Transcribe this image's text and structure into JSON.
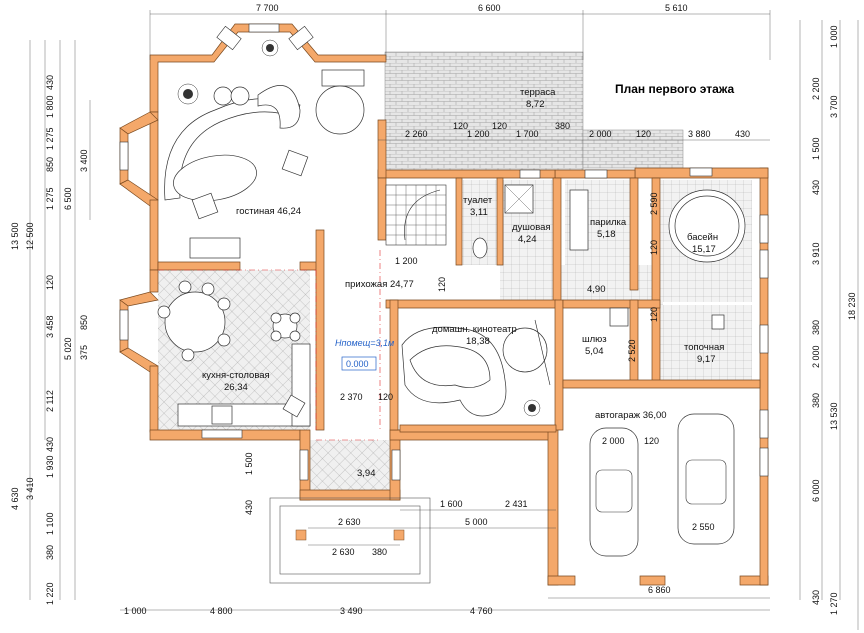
{
  "title": "План первого этажа",
  "rooms": {
    "terrace": "терраса",
    "terrace_area": "8,72",
    "living": "гостиная 46,24",
    "toilet": "туалет",
    "toilet_area": "3,11",
    "shower": "душовая",
    "shower_area": "4,24",
    "sauna": "парилка",
    "sauna_area": "5,18",
    "pool": "басейн",
    "pool_area": "15,17",
    "hall": "прихожая 24,77",
    "hall_small_area": "4,90",
    "cinema": "домашн. кинотеатр",
    "cinema_area": "18,38",
    "airlock": "шлюз",
    "airlock_area": "5,04",
    "boiler": "топочная",
    "boiler_area": "9,17",
    "kitchen": "кухня-столовая",
    "kitchen_area": "26,34",
    "garage": "автогараж 36,00",
    "porch_area": "3,94"
  },
  "height_note": "Hпомещ=3,1м",
  "level_mark": "0.000",
  "dims_top": [
    "7 700",
    "6 600",
    "5 610"
  ],
  "dims_top_inner": [
    "2 260",
    "120",
    "1 200",
    "120",
    "1 700",
    "380",
    "2 000",
    "120",
    "3 880",
    "430"
  ],
  "dims_bottom": [
    "1 000",
    "4 800",
    "3 490",
    "4 760"
  ],
  "dims_bottom_garage": "6 860",
  "dims_left_outer": [
    "13 500",
    "4 630"
  ],
  "dims_left_mid": [
    "12 500",
    "3 410"
  ],
  "dims_left_inner": [
    "6 500",
    "5 020"
  ],
  "dims_left_fine": [
    "430",
    "1 800",
    "1 275",
    "850",
    "1 275",
    "3 400",
    "120",
    "3 458",
    "850",
    "375",
    "2 112",
    "430",
    "1 930",
    "1 100",
    "380",
    "1 220"
  ],
  "dims_right_outer": [
    "18 230",
    "13 530"
  ],
  "dims_right_mid": [
    "1 000",
    "3 700"
  ],
  "dims_right_fine": [
    "2 200",
    "1 500",
    "430",
    "3 910",
    "380",
    "2 000",
    "380",
    "6 000",
    "430",
    "1 270"
  ],
  "dims_inner": [
    "1 200",
    "120",
    "2 590",
    "120",
    "120",
    "2 520",
    "2 370",
    "120",
    "2 000",
    "120",
    "1 600",
    "2 431",
    "5 000",
    "2 630",
    "2 630",
    "380",
    "2 550",
    "1 500",
    "430"
  ],
  "colors": {
    "wall": "#f4a86a",
    "wall_stroke": "#7a4a20",
    "accent": "#2563c9",
    "axis": "#e03030"
  }
}
